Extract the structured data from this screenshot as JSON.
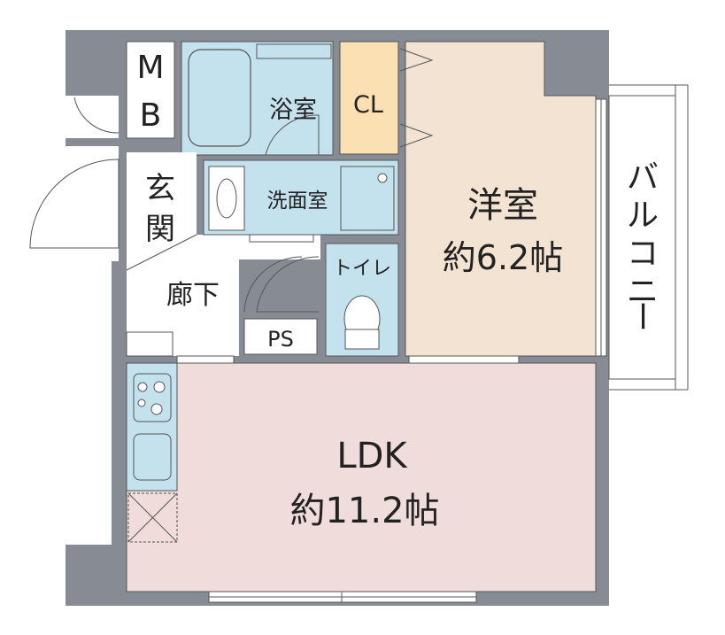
{
  "rooms": {
    "mb": {
      "label_m": "M",
      "label_b": "B"
    },
    "bath": {
      "label": "浴室"
    },
    "closet": {
      "label": "CL"
    },
    "bedroom": {
      "label": "洋室",
      "area": "約6.2帖"
    },
    "entrance": {
      "label_1": "玄",
      "label_2": "関"
    },
    "washroom": {
      "label": "洗面室"
    },
    "toilet": {
      "label": "トイレ"
    },
    "hallway": {
      "label": "廊下"
    },
    "ps": {
      "label": "PS"
    },
    "ldk": {
      "label": "LDK",
      "area": "約11.2帖"
    },
    "balcony": {
      "label_chars": [
        "バ",
        "ル",
        "コ",
        "ニ",
        "ー"
      ]
    }
  },
  "colors": {
    "wall": "#878c94",
    "wet_area": "#c4e1ee",
    "closet": "#fbe0b3",
    "bedroom": "#f2e3d2",
    "ldk": "#efdcdb",
    "floor": "#ffffff",
    "line": "#555555"
  }
}
